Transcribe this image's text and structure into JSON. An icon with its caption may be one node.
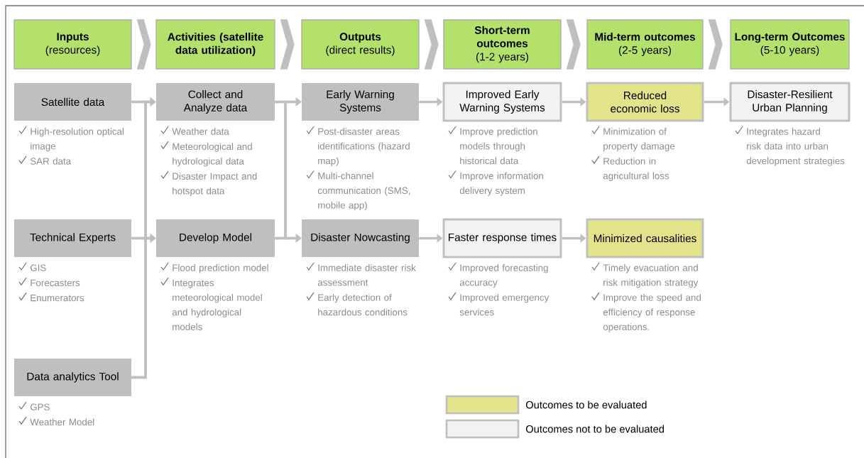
{
  "diagram": {
    "nodes": [
      {
        "text": [
          "Inputs",
          "(resources)"
        ]
      },
      {
        "text": [
          "Activities (satellite data utilization)"
        ]
      },
      {
        "text": [
          "Outputs",
          "(direct results)"
        ]
      },
      {
        "text": [
          "Short-term outcomes",
          "(1-2 years)"
        ]
      },
      {
        "text": [
          "Mid-term outcomes",
          "(2-5 years)"
        ]
      },
      {
        "text": [
          "Long-term Outcomes",
          "(5-10 years)"
        ]
      },
      {
        "text": [
          "Satellite data"
        ],
        "beside": [
          "High-resolution optical image",
          "SAR data"
        ]
      },
      {
        "text": [
          "Technical Experts"
        ],
        "beside": [
          "GIS",
          "Forecasters",
          "Enumerators"
        ]
      },
      {
        "text": [
          "Data analytics Tool"
        ],
        "beside": [
          "GPS",
          "Weather Model"
        ]
      },
      {
        "text": [
          "Collect and Analyze data"
        ],
        "beside": [
          "Weather data",
          "Meteorological and hydrological data",
          "Disaster Impact and hotspot data"
        ]
      },
      {
        "text": [
          "Develop Model"
        ],
        "beside": [
          "Flood prediction model",
          "Integrates meteorological model and hydrological models"
        ]
      },
      {
        "text": [
          "Early Warning Systems"
        ],
        "beside": [
          "Post-disaster areas identifications (hazard map)",
          "Multi-channel communication (SMS, mobile app)"
        ]
      },
      {
        "text": [
          "Disaster Nowcasting"
        ],
        "beside": [
          "Immediate disaster risk assessment",
          "Early detection of hazardous conditions"
        ]
      },
      {
        "text": [
          "Improved Early Warning Systems"
        ],
        "beside": [
          "Improve prediction models through historical data",
          "Improve information delivery system"
        ]
      },
      {
        "text": [
          "Faster response times"
        ],
        "beside": [
          "Improved forecasting accuracy",
          "Improved emergency services"
        ]
      },
      {
        "text": [
          "Reduced economic loss"
        ],
        "beside": [
          "Minimization of property damage",
          "Reduction in agricultural loss"
        ]
      },
      {
        "text": [
          "Minimized causalities"
        ],
        "beside": [
          "Timely evacuation and risk mitigation strategy",
          "Improve the speed and efficiency of response operations."
        ]
      },
      {
        "text": [
          "Disaster-Resilient Urban Planning"
        ],
        "beside": [
          "Integrates hazard risk data into urban development strategies"
        ]
      }
    ],
    "edges": [
      {
        "from": 0,
        "to": 1,
        "arrow": "to"
      },
      {
        "from": 1,
        "to": 2,
        "arrow": "to"
      },
      {
        "from": 2,
        "to": 3,
        "arrow": "to"
      },
      {
        "from": 3,
        "to": 4,
        "arrow": "to"
      },
      {
        "from": 4,
        "to": 5,
        "arrow": "to"
      },
      {
        "from": 6,
        "to": 9,
        "arrow": "to"
      },
      {
        "from": 6,
        "to": 10,
        "arrow": "to"
      },
      {
        "from": 7,
        "to": 9,
        "arrow": "to"
      },
      {
        "from": 7,
        "to": 10,
        "arrow": "to"
      },
      {
        "from": 8,
        "to": 9,
        "arrow": "to"
      },
      {
        "from": 8,
        "to": 10,
        "arrow": "to"
      },
      {
        "from": 9,
        "to": 11,
        "arrow": "to"
      },
      {
        "from": 9,
        "to": 12,
        "arrow": "to"
      },
      {
        "from": 10,
        "to": 11,
        "arrow": "to"
      },
      {
        "from": 10,
        "to": 12,
        "arrow": "to"
      },
      {
        "from": 11,
        "to": 13,
        "arrow": "to"
      },
      {
        "from": 12,
        "to": 14,
        "arrow": "to"
      },
      {
        "from": 13,
        "to": 15,
        "arrow": "to"
      },
      {
        "from": 14,
        "to": 16,
        "arrow": "to"
      },
      {
        "from": 15,
        "to": 17,
        "arrow": "to"
      }
    ],
    "legend": [
      {
        "text": "Outcomes to be evaluated",
        "color": "#e2e38b"
      },
      {
        "text": "Outcomes not to be evaluated",
        "color": "#f2f2f2"
      }
    ]
  }
}
